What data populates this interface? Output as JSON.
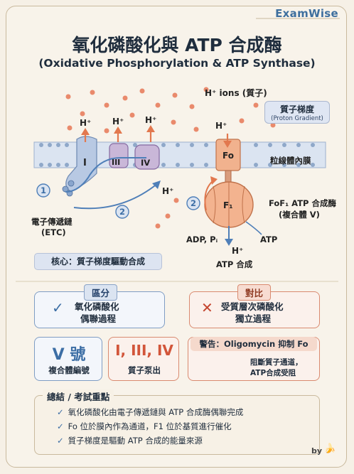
{
  "brand": "ExamWise",
  "title": "氧化磷酸化與 ATP 合成酶",
  "subtitle": "(Oxidative Phosphorylation & ATP Synthase)",
  "diagram": {
    "h_ions_label": "H⁺ ions (質子)",
    "gradient_badge_title": "質子梯度",
    "gradient_badge_sub": "(Proton Gradient)",
    "membrane_label": "粒線體內膜",
    "complex_labels": [
      "I",
      "III",
      "IV"
    ],
    "h_plus": "H⁺",
    "fo_label": "Fo",
    "f1_label": "F₁",
    "synthase_label_1": "FoF₁ ATP 合成酶",
    "synthase_label_2": "(複合體 V)",
    "etc_label_1": "電子傳遞鏈",
    "etc_label_2": "(ETC)",
    "step1": "1",
    "step2": "2",
    "adp_label": "ADP, Pᵢ",
    "atp_label": "ATP",
    "atp_synthesis_label": "ATP 合成"
  },
  "core": "核心：質子梯度驅動合成",
  "distinguish": {
    "tag": "區分",
    "text_1": "氧化磷酸化",
    "text_2": "偶聯過程"
  },
  "contrast": {
    "tag": "對比",
    "text_1": "受質層次磷酸化",
    "text_2": "獨立過程"
  },
  "card_v": {
    "big": "V 號",
    "small": "複合體編號"
  },
  "card_pumps": {
    "big": "I, III, IV",
    "small": "質子泵出"
  },
  "warning": {
    "title": "警告：Oligomycin 抑制 Fo",
    "text_1": "阻斷質子通道，",
    "text_2": "ATP合成受阻"
  },
  "summary": {
    "title": "總結 / 考試重點",
    "items": [
      "氧化磷酸化由電子傳遞鏈與 ATP 合成酶偶聯完成",
      "Fo 位於膜內作為通道，F1 位於基質進行催化",
      "質子梯度是驅動 ATP 合成的能量來源"
    ]
  },
  "footer": "by",
  "colors": {
    "accent_blue": "#3c6ea5",
    "accent_red": "#d2553a",
    "membrane": "#c8d6e8",
    "proton": "#e98a6c"
  }
}
